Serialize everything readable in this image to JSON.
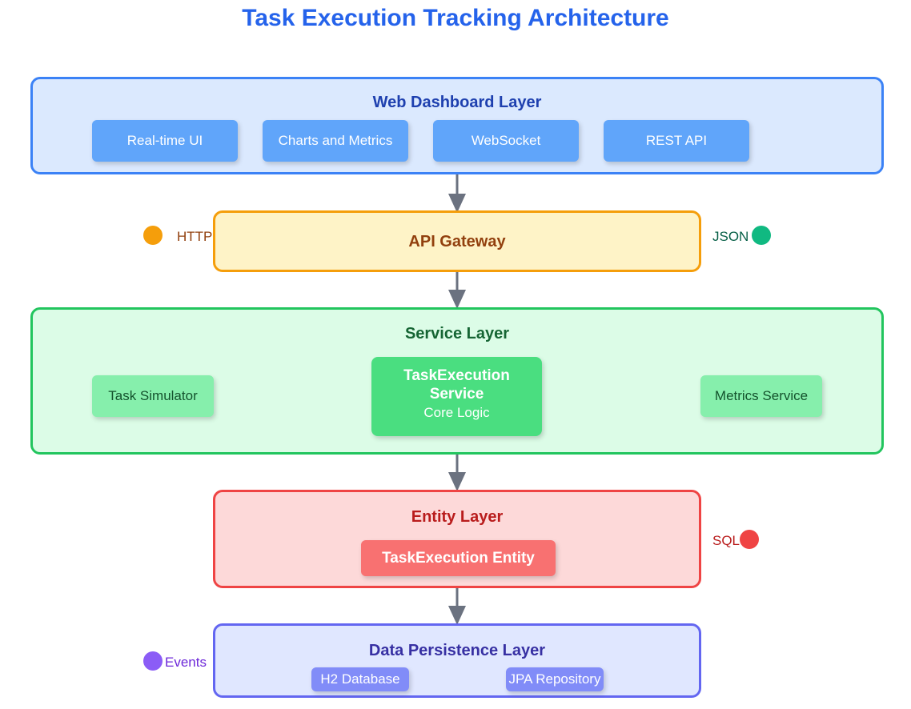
{
  "title": "Task Execution Tracking Architecture",
  "web_layer": {
    "title": "Web Dashboard Layer",
    "items": [
      "Real-time UI",
      "Charts and Metrics",
      "WebSocket",
      "REST API"
    ]
  },
  "gateway": {
    "title": "API Gateway"
  },
  "service_layer": {
    "title": "Service Layer",
    "simulator": "Task Simulator",
    "core_title": "TaskExecution Service",
    "core_subtitle": "Core Logic",
    "metrics": "Metrics Service"
  },
  "entity_layer": {
    "title": "Entity Layer",
    "entity": "TaskExecution Entity"
  },
  "persistence_layer": {
    "title": "Data Persistence Layer",
    "items": [
      "H2 Database",
      "JPA Repository"
    ]
  },
  "legend": {
    "http": "HTTP",
    "json": "JSON",
    "sql": "SQL",
    "events": "Events"
  },
  "colors": {
    "title": "#2563eb",
    "web": "#3b82f6",
    "gateway": "#f59e0b",
    "service": "#22c55e",
    "entity": "#ef4444",
    "persistence": "#6366f1",
    "events": "#8b5cf6",
    "arrow": "#6b7280"
  }
}
